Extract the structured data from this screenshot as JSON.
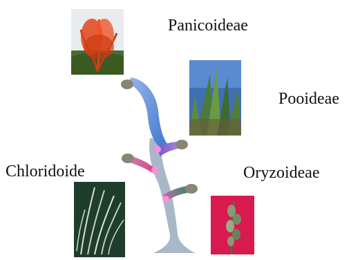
{
  "diagram": {
    "subfamilies": [
      {
        "id": "panicoideae",
        "label": "Panicoideae"
      },
      {
        "id": "pooideae",
        "label": "Pooideae"
      },
      {
        "id": "chloridoide",
        "label": "Chloridoide"
      },
      {
        "id": "oryzoideae",
        "label": "Oryzoideae"
      }
    ],
    "colors": {
      "trunk": "#9fb3c8",
      "branch_panicoideae": "#5b8fd6",
      "branch_pooideae": "#8f6fd0",
      "branch_chloridoide": "#e0589a",
      "branch_oryzoideae": "#2f8a6e",
      "node_dot": "#ff7fd6",
      "tip": "#8a8474"
    }
  }
}
